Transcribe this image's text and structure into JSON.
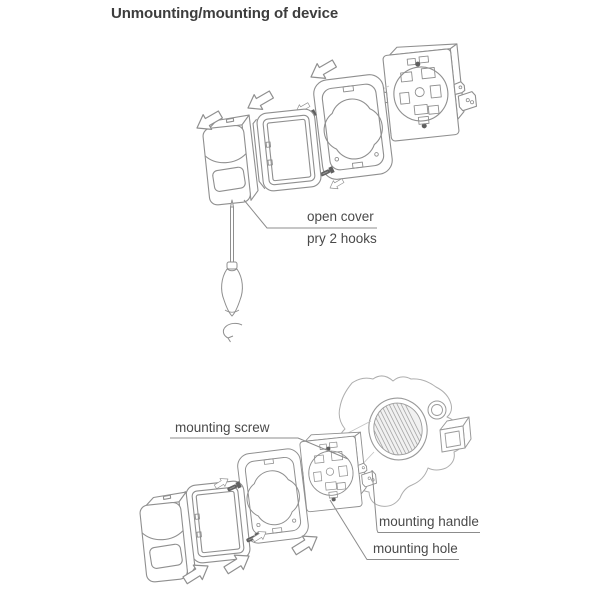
{
  "page": {
    "title": "Unmounting/mounting of device",
    "colors": {
      "background": "#ffffff",
      "title_text": "#3d3d3d",
      "callout_text": "#4a4a4a",
      "line_art": "#8f8f8f",
      "wall_outline": "#aeaeae",
      "screw_fill": "#606060"
    }
  },
  "unmount_diagram": {
    "callouts": {
      "open_cover": "open cover",
      "pry_hooks": "pry 2 hooks"
    },
    "parts": [
      "sensor-cover",
      "adapter-frame",
      "cover-frame",
      "flush-mount-mechanism",
      "mounting-screws",
      "screwdriver"
    ],
    "direction": "arrows-away-from-wall"
  },
  "mount_diagram": {
    "callouts": {
      "mounting_screw": "mounting screw",
      "mounting_handle": "mounting handle",
      "mounting_hole": "mounting hole"
    },
    "parts": [
      "sensor-cover",
      "adapter-frame",
      "cover-frame",
      "flush-mount-mechanism",
      "mounting-screws",
      "wall-mounting-plate"
    ],
    "direction": "arrows-toward-wall"
  }
}
